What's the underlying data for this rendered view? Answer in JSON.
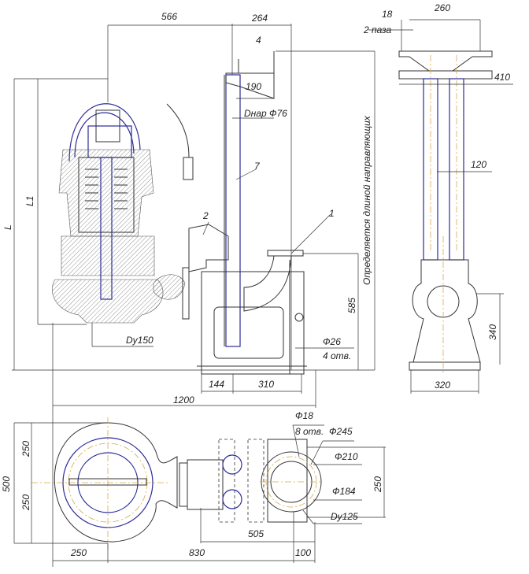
{
  "colors": {
    "outline": "#333333",
    "section": "#2b2b9a",
    "centerline": "#d9a84a"
  },
  "front_view": {
    "dim_566": "566",
    "dim_264": "264",
    "dim_190": "190",
    "pipe_od": "Dнар Ф76",
    "dim_L": "L",
    "dim_L1": "L1",
    "dim_Dy150": "Dy150",
    "dim_585": "585",
    "hole_dia": "Ф26",
    "hole_count": "4 отв.",
    "dim_144": "144",
    "dim_310": "310",
    "dim_1200": "1200",
    "guide_note": "Определяется длиной направляющих",
    "pos_1": "1",
    "pos_2": "2",
    "pos_3": "7",
    "pos_4": "4"
  },
  "side_view": {
    "dim_18": "18",
    "slots": "2 паза",
    "dim_260": "260",
    "dim_410": "410",
    "dim_120": "120",
    "dim_340": "340",
    "dim_320": "320"
  },
  "plan_view": {
    "dim_500": "500",
    "dim_250_top": "250",
    "dim_250_bottom": "250",
    "bolt_dia": "Ф18",
    "bolt_count": "8 отв.",
    "dia_245": "Ф245",
    "dia_210": "Ф210",
    "dia_184": "Ф184",
    "dim_Dy125": "Dy125",
    "dim_250_right": "250",
    "dim_505": "505",
    "dim_250_left": "250",
    "dim_830": "830",
    "dim_100": "100"
  }
}
